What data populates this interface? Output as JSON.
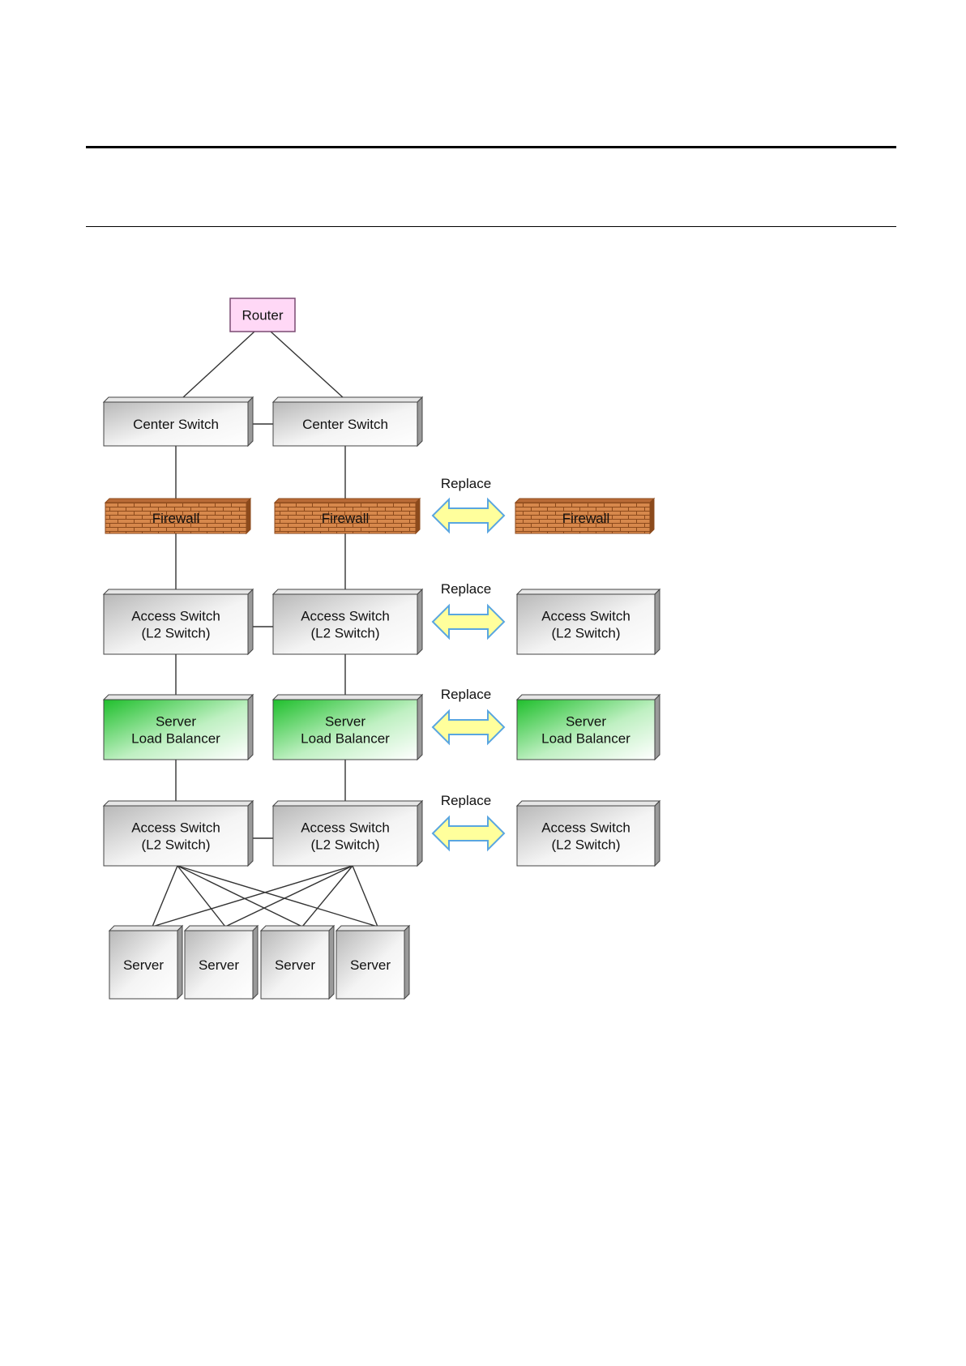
{
  "diagram": {
    "router": {
      "label": "Router"
    },
    "center_switches": [
      {
        "label": "Center Switch"
      },
      {
        "label": "Center Switch"
      }
    ],
    "rows": [
      {
        "id": "firewall",
        "kind": "firewall",
        "lines": [
          "Firewall"
        ]
      },
      {
        "id": "access1",
        "kind": "gray-box",
        "lines": [
          "Access Switch",
          "(L2 Switch)"
        ]
      },
      {
        "id": "slb",
        "kind": "green-box",
        "lines": [
          "Server",
          "Load Balancer"
        ]
      },
      {
        "id": "access2",
        "kind": "gray-box",
        "lines": [
          "Access Switch",
          "(L2 Switch)"
        ]
      }
    ],
    "replace_label": "Replace",
    "servers": [
      {
        "label": "Server"
      },
      {
        "label": "Server"
      },
      {
        "label": "Server"
      },
      {
        "label": "Server"
      }
    ],
    "colors": {
      "router_fill": "#ffd8f6",
      "router_stroke": "#7a4a72",
      "box_gray": "#cfcfcf",
      "box_green": "#1fbf2c",
      "brick": "#d7884c",
      "brick_mortar": "#8c4a1c",
      "arrow_fill": "#ffff9c",
      "arrow_stroke": "#5aa6e0",
      "line": "#333333"
    }
  }
}
